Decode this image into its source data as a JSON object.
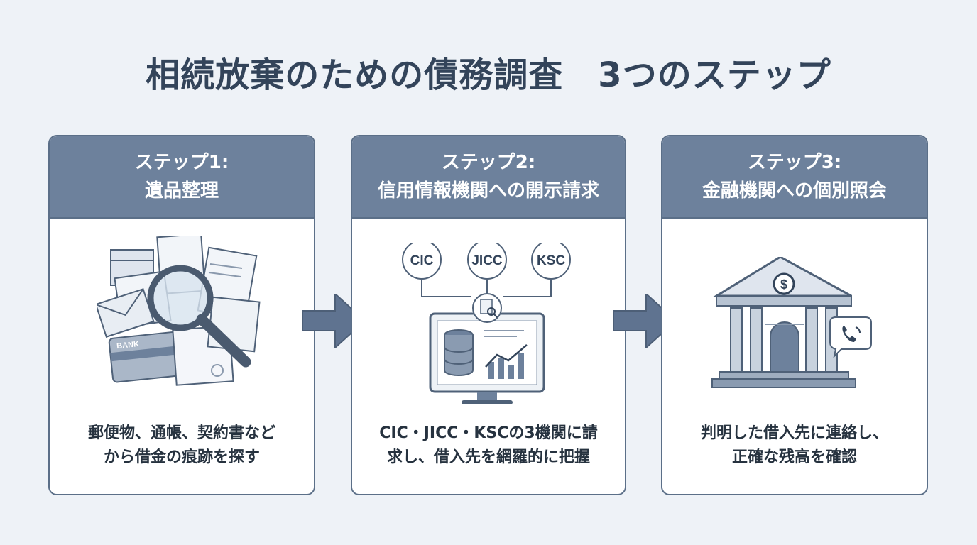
{
  "title": "相続放棄のための債務調査　3つのステップ",
  "steps": [
    {
      "heading_line1": "ステップ1:",
      "heading_line2": "遺品整理",
      "desc_line1": "郵便物、通帳、契約書など",
      "desc_line2": "から借金の痕跡を探す",
      "illustration": "documents-magnifier-icon",
      "bank_card_label": "BANK"
    },
    {
      "heading_line1": "ステップ2:",
      "heading_line2": "信用情報機関への開示請求",
      "desc_line1": "CIC・JICC・KSCの3機関に請",
      "desc_line2": "求し、借入先を網羅的に把握",
      "illustration": "computer-database-icon",
      "agencies": [
        "CIC",
        "JICC",
        "KSC"
      ]
    },
    {
      "heading_line1": "ステップ3:",
      "heading_line2": "金融機関への個別照会",
      "desc_line1": "判明した借入先に連絡し、",
      "desc_line2": "正確な残高を確認",
      "illustration": "bank-building-phone-icon"
    }
  ],
  "colors": {
    "header": "#6d819c",
    "border": "#5b6f88",
    "arrow": "#5f7390",
    "background": "#eef2f7"
  }
}
